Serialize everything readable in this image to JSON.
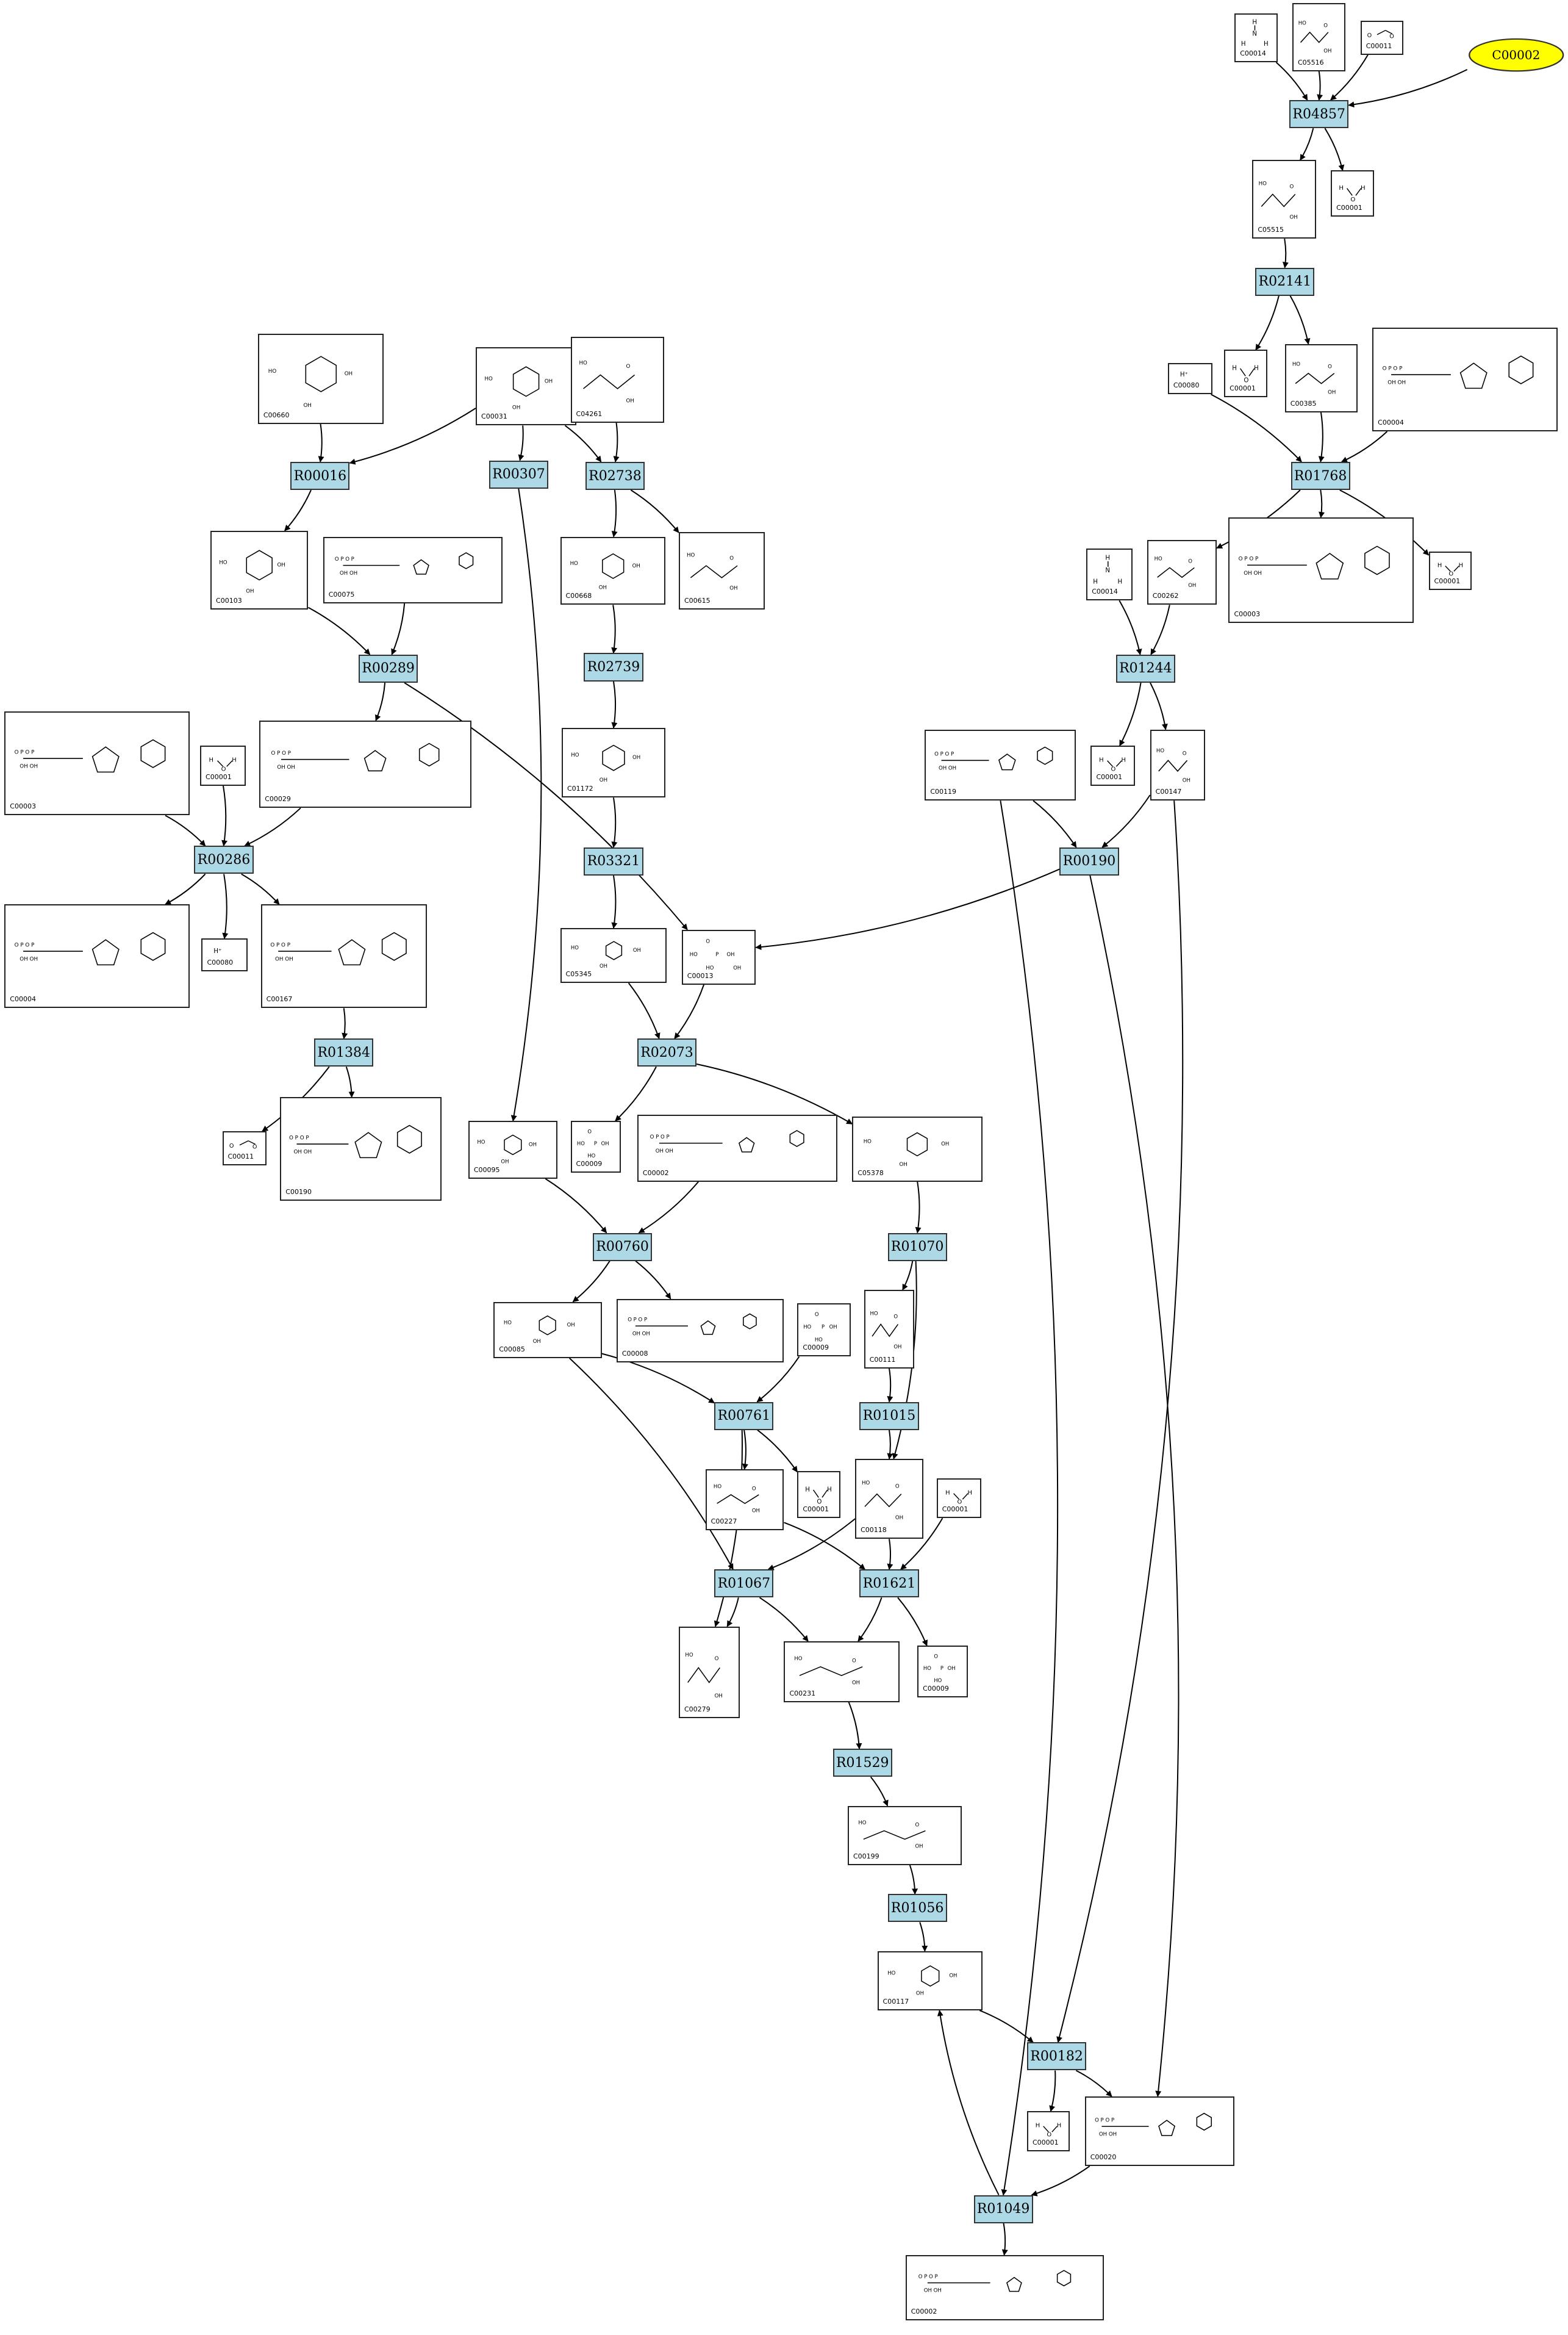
{
  "start_node": {
    "label": "C00002",
    "color": "#ffff00"
  },
  "reaction_color": "#add8e6",
  "reactions": [
    {
      "id": "R04857"
    },
    {
      "id": "R02141"
    },
    {
      "id": "R01768"
    },
    {
      "id": "R00016"
    },
    {
      "id": "R00307"
    },
    {
      "id": "R02738"
    },
    {
      "id": "R02739"
    },
    {
      "id": "R00289"
    },
    {
      "id": "R01244"
    },
    {
      "id": "R00286"
    },
    {
      "id": "R03321"
    },
    {
      "id": "R00190"
    },
    {
      "id": "R01384"
    },
    {
      "id": "R02073"
    },
    {
      "id": "R00760"
    },
    {
      "id": "R01070"
    },
    {
      "id": "R00761"
    },
    {
      "id": "R01015"
    },
    {
      "id": "R01067"
    },
    {
      "id": "R01621"
    },
    {
      "id": "R01529"
    },
    {
      "id": "R01056"
    },
    {
      "id": "R00182"
    },
    {
      "id": "R01049"
    }
  ],
  "compounds": [
    {
      "key": "c00014_a",
      "id": "C00014",
      "icon": "ammonia-structure-icon"
    },
    {
      "key": "c05516",
      "id": "C05516",
      "icon": "hydroxy-imidazole-structure-icon"
    },
    {
      "key": "c00011_a",
      "id": "C00011",
      "icon": "carbon-dioxide-structure-icon"
    },
    {
      "key": "c05515",
      "id": "C05515",
      "icon": "carboxamide-imidazole-structure-icon"
    },
    {
      "key": "c00001_a",
      "id": "C00001",
      "icon": "water-structure-icon"
    },
    {
      "key": "c00001_b",
      "id": "C00001",
      "icon": "water-structure-icon"
    },
    {
      "key": "c00385",
      "id": "C00385",
      "icon": "xanthine-structure-icon"
    },
    {
      "key": "c00004_a",
      "id": "C00004",
      "icon": "nadh-structure-icon"
    },
    {
      "key": "c00080_a",
      "id": "C00080",
      "icon": "proton-structure-icon"
    },
    {
      "key": "c00660",
      "id": "C00660",
      "icon": "sugar-diphosphate-structure-icon"
    },
    {
      "key": "c00031",
      "id": "C00031",
      "icon": "glucose-structure-icon"
    },
    {
      "key": "c04261",
      "id": "C04261",
      "icon": "histidine-phosphate-structure-icon"
    },
    {
      "key": "c00262",
      "id": "C00262",
      "icon": "hypoxanthine-structure-icon"
    },
    {
      "key": "c00003_a",
      "id": "C00003",
      "icon": "nad-structure-icon"
    },
    {
      "key": "c00001_c",
      "id": "C00001",
      "icon": "water-structure-icon"
    },
    {
      "key": "c00103",
      "id": "C00103",
      "icon": "glucose-phosphate-structure-icon"
    },
    {
      "key": "c00075",
      "id": "C00075",
      "icon": "utp-structure-icon"
    },
    {
      "key": "c00668",
      "id": "C00668",
      "icon": "glucose-6-phosphate-structure-icon"
    },
    {
      "key": "c00615",
      "id": "C00615",
      "icon": "histidine-derivative-structure-icon"
    },
    {
      "key": "c00014_b",
      "id": "C00014",
      "icon": "ammonia-structure-icon"
    },
    {
      "key": "c00003_b",
      "id": "C00003",
      "icon": "nad-structure-icon"
    },
    {
      "key": "c00001_d",
      "id": "C00001",
      "icon": "water-structure-icon"
    },
    {
      "key": "c00029",
      "id": "C00029",
      "icon": "udp-glucose-structure-icon"
    },
    {
      "key": "c01172",
      "id": "C01172",
      "icon": "beta-glucose-6-phosphate-structure-icon"
    },
    {
      "key": "c00119",
      "id": "C00119",
      "icon": "prpp-structure-icon"
    },
    {
      "key": "c00001_e",
      "id": "C00001",
      "icon": "water-structure-icon"
    },
    {
      "key": "c00147",
      "id": "C00147",
      "icon": "adenine-structure-icon"
    },
    {
      "key": "c00004_b",
      "id": "C00004",
      "icon": "nadh-structure-icon"
    },
    {
      "key": "c00080_b",
      "id": "C00080",
      "icon": "proton-structure-icon"
    },
    {
      "key": "c00167",
      "id": "C00167",
      "icon": "udp-glucuronate-structure-icon"
    },
    {
      "key": "c05345",
      "id": "C05345",
      "icon": "fructose-6-phosphate-structure-icon"
    },
    {
      "key": "c00013",
      "id": "C00013",
      "icon": "pyrophosphate-structure-icon"
    },
    {
      "key": "c00011_b",
      "id": "C00011",
      "icon": "carbon-dioxide-structure-icon"
    },
    {
      "key": "c00190",
      "id": "C00190",
      "icon": "udp-xylose-structure-icon"
    },
    {
      "key": "c00095",
      "id": "C00095",
      "icon": "fructose-structure-icon"
    },
    {
      "key": "c00009_a",
      "id": "C00009",
      "icon": "phosphate-structure-icon"
    },
    {
      "key": "c00002_a",
      "id": "C00002",
      "icon": "atp-structure-icon"
    },
    {
      "key": "c05378",
      "id": "C05378",
      "icon": "fructose-bisphosphate-structure-icon"
    },
    {
      "key": "c00085",
      "id": "C00085",
      "icon": "fructose-6-phosphate-structure-icon"
    },
    {
      "key": "c00008",
      "id": "C00008",
      "icon": "adp-structure-icon"
    },
    {
      "key": "c00009_b",
      "id": "C00009",
      "icon": "phosphate-structure-icon"
    },
    {
      "key": "c00111",
      "id": "C00111",
      "icon": "glycerone-phosphate-structure-icon"
    },
    {
      "key": "c00227",
      "id": "C00227",
      "icon": "acetyl-phosphate-structure-icon"
    },
    {
      "key": "c00001_f",
      "id": "C00001",
      "icon": "water-structure-icon"
    },
    {
      "key": "c00118",
      "id": "C00118",
      "icon": "glyceraldehyde-phosphate-structure-icon"
    },
    {
      "key": "c00001_g",
      "id": "C00001",
      "icon": "water-structure-icon"
    },
    {
      "key": "c00279",
      "id": "C00279",
      "icon": "erythrose-phosphate-structure-icon"
    },
    {
      "key": "c00231",
      "id": "C00231",
      "icon": "xylulose-phosphate-structure-icon"
    },
    {
      "key": "c00009_c",
      "id": "C00009",
      "icon": "phosphate-structure-icon"
    },
    {
      "key": "c00199",
      "id": "C00199",
      "icon": "ribulose-phosphate-structure-icon"
    },
    {
      "key": "c00117",
      "id": "C00117",
      "icon": "ribose-phosphate-structure-icon"
    },
    {
      "key": "c00001_h",
      "id": "C00001",
      "icon": "water-structure-icon"
    },
    {
      "key": "c00020",
      "id": "C00020",
      "icon": "amp-structure-icon"
    },
    {
      "key": "c00002_b",
      "id": "C00002",
      "icon": "atp-structure-icon"
    }
  ]
}
